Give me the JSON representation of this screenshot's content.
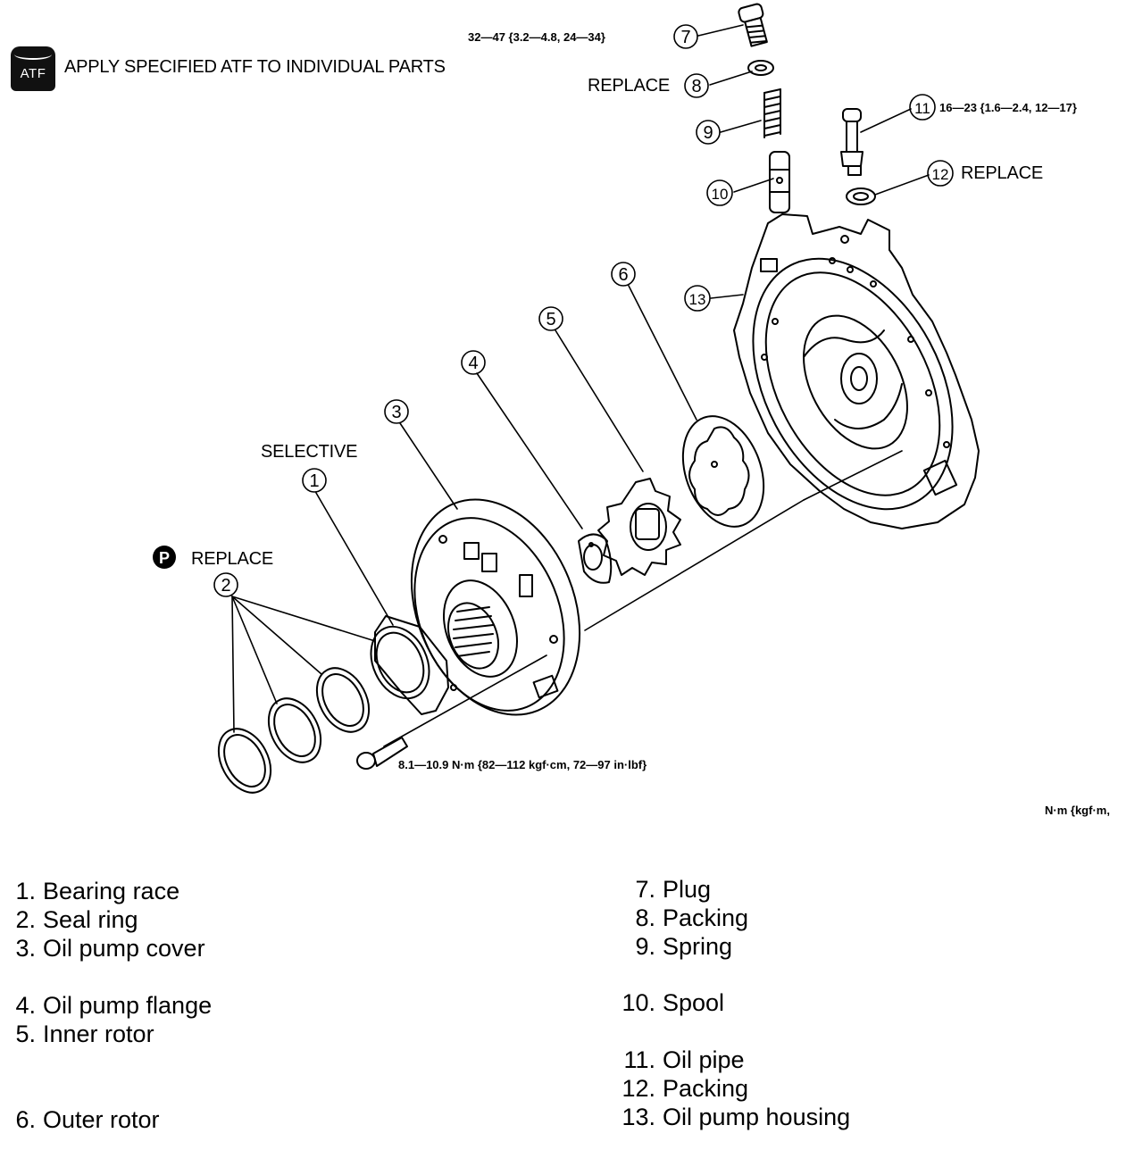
{
  "header": {
    "atf_badge": "ATF",
    "atf_note": "APPLY SPECIFIED ATF TO INDIVIDUAL PARTS",
    "p_badge": "P"
  },
  "callouts": {
    "c1": "1",
    "c2": "2",
    "c3": "3",
    "c4": "4",
    "c5": "5",
    "c6": "6",
    "c7": "7",
    "c8": "8",
    "c9": "9",
    "c10": "10",
    "c11": "11",
    "c12": "12",
    "c13": "13"
  },
  "annotations": {
    "torque_7": "32—47 {3.2—4.8, 24—34}",
    "replace_8": "REPLACE",
    "torque_11": "16—23 {1.6—2.4, 12—17}",
    "replace_12": "REPLACE",
    "selective_1": "SELECTIVE",
    "replace_2": "REPLACE",
    "torque_bolt": "8.1—10.9 N·m {82—112 kgf·cm, 72—97 in·lbf}",
    "unit_note": "N·m {kgf·m,"
  },
  "legend": {
    "left": [
      {
        "num": "1.",
        "name": "Bearing race"
      },
      {
        "num": "2.",
        "name": "Seal ring"
      },
      {
        "num": "3.",
        "name": "Oil pump cover"
      },
      {
        "num": "4.",
        "name": "Oil pump flange"
      },
      {
        "num": "5.",
        "name": "Inner rotor"
      },
      {
        "num": "6.",
        "name": "Outer rotor"
      }
    ],
    "right": [
      {
        "num": "7.",
        "name": "Plug"
      },
      {
        "num": "8.",
        "name": "Packing"
      },
      {
        "num": "9.",
        "name": "Spring"
      },
      {
        "num": "10.",
        "name": "Spool"
      },
      {
        "num": "11.",
        "name": "Oil pipe"
      },
      {
        "num": "12.",
        "name": "Packing"
      },
      {
        "num": "13.",
        "name": "Oil pump housing"
      }
    ]
  }
}
